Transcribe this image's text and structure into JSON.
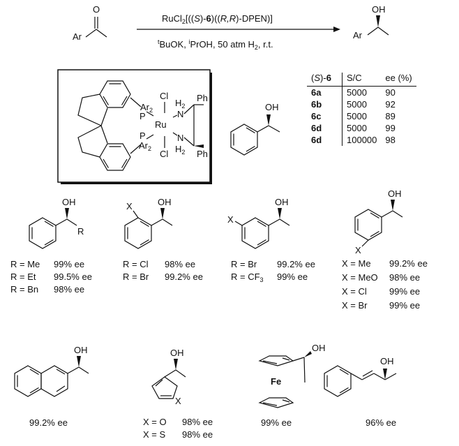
{
  "reaction": {
    "reactant_ar": "Ar",
    "reactant_o": "O",
    "catalyst_pre": "RuCl",
    "catalyst_sub": "2",
    "catalyst_mid1": "[((",
    "catalyst_s": "S",
    "catalyst_mid2": ")-",
    "catalyst_num": "6",
    "catalyst_mid3": ")((",
    "catalyst_rr": "R,R",
    "catalyst_post": ")-DPEN)]",
    "cond_t": "t",
    "cond_1": "BuOK, ",
    "cond_i": "i",
    "cond_2": "PrOH, 50 atm H",
    "cond_h2sub": "2",
    "cond_3": ", r.t.",
    "product_ar": "Ar",
    "product_oh": "OH"
  },
  "catalyst_box": {
    "ar2a": "Ar",
    "ar2a_sub": "2",
    "ar2b": "Ar",
    "ar2b_sub": "2",
    "p1": "P",
    "p2": "P",
    "ru": "Ru",
    "cl1": "Cl",
    "cl2": "Cl",
    "n1": "N",
    "n2": "N",
    "h2a": "H",
    "h2a_sub": "2",
    "h2b": "H",
    "h2b_sub": "2",
    "ph1": "Ph",
    "ph2": "Ph"
  },
  "center_mol": {
    "oh": "OH"
  },
  "table": {
    "header_s": "S",
    "header_num": "6",
    "header_sc": "S/C",
    "header_ee": "ee (%)",
    "rows": [
      {
        "cat": "6a",
        "sc": "5000",
        "ee": "90"
      },
      {
        "cat": "6b",
        "sc": "5000",
        "ee": "92"
      },
      {
        "cat": "6c",
        "sc": "5000",
        "ee": "89"
      },
      {
        "cat": "6d",
        "sc": "5000",
        "ee": "99"
      },
      {
        "cat": "6d",
        "sc": "100000",
        "ee": "98"
      }
    ]
  },
  "mol_labels": {
    "m1_oh": "OH",
    "m1_r": "R",
    "m2_x": "X",
    "m2_oh": "OH",
    "m3_x": "X",
    "m3_oh": "OH",
    "m4_oh": "OH",
    "m4_x": "X",
    "m5_oh": "OH",
    "m6_oh": "OH",
    "m6_x": "X",
    "m7_oh": "OH",
    "m7_fe": "Fe",
    "m8_oh": "OH"
  },
  "results_group1": [
    {
      "label": "R = Me",
      "ee": "99% ee"
    },
    {
      "label": "R = Et",
      "ee": "99.5% ee"
    },
    {
      "label": "R = Bn",
      "ee": "98% ee"
    }
  ],
  "results_group2": [
    {
      "label": "R = Cl",
      "ee": "98% ee"
    },
    {
      "label": "R = Br",
      "ee": "99.2% ee"
    }
  ],
  "results_group3": [
    {
      "label": "R = Br",
      "ee": "99.2% ee"
    },
    {
      "label_pre": "R = CF",
      "label_sub": "3",
      "ee": "99% ee"
    }
  ],
  "results_group4": [
    {
      "label": "X = Me",
      "ee": "99.2% ee"
    },
    {
      "label": "X = MeO",
      "ee": "98% ee"
    },
    {
      "label": "X = Cl",
      "ee": "99% ee"
    },
    {
      "label": "X = Br",
      "ee": "99% ee"
    }
  ],
  "results_bottom": {
    "naph_ee": "99.2% ee",
    "furan": {
      "label": "X = O",
      "ee": "98% ee"
    },
    "thiophene": {
      "label": "X = S",
      "ee": "98% ee"
    },
    "ferrocene_ee": "99% ee",
    "styryl_ee": "96% ee"
  }
}
